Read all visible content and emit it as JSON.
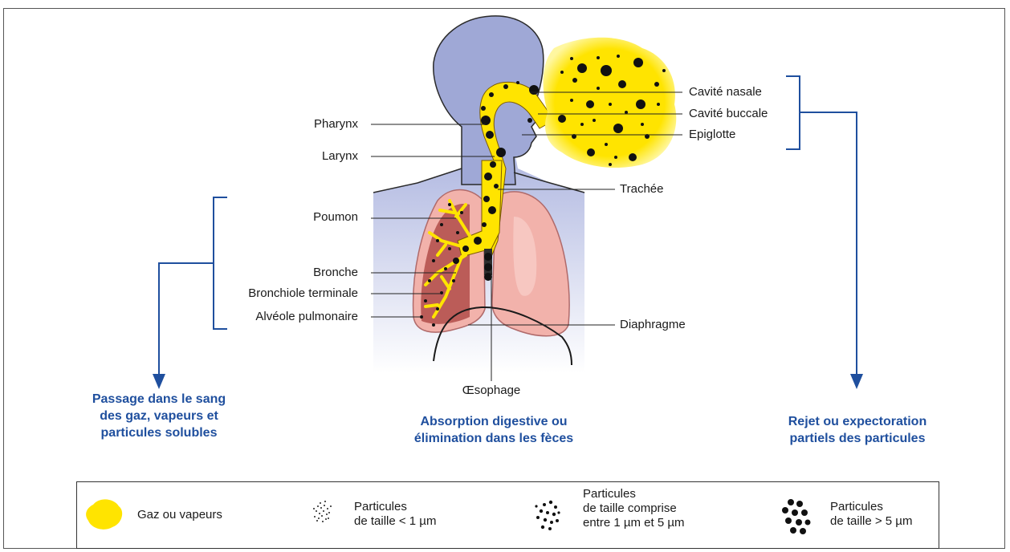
{
  "colors": {
    "accent": "#1f4f9e",
    "gas": "#ffe400",
    "particle": "#111111",
    "lung": "#f2b2ab",
    "head": "#9fa8d6"
  },
  "labels": {
    "left": [
      "Pharynx",
      "Larynx",
      "Poumon",
      "Bronche",
      "Bronchiole terminale",
      "Alvéole pulmonaire"
    ],
    "right": [
      "Cavité nasale",
      "Cavité buccale",
      "Epiglotte",
      "Trachée",
      "Diaphragme"
    ],
    "bottom": "Œsophage"
  },
  "outcomes": {
    "left": "Passage dans le sang\ndes gaz, vapeurs et\nparticules solubles",
    "center": "Absorption digestive ou\nélimination dans les fèces",
    "right": "Rejet ou expectoration\npartiels des particules"
  },
  "legend": [
    {
      "icon": "gas-blob-icon",
      "text": "Gaz ou vapeurs"
    },
    {
      "icon": "fine-particles-icon",
      "text": "Particules\nde taille < 1 µm"
    },
    {
      "icon": "medium-particles-icon",
      "text": "Particules\nde taille comprise\nentre  1 µm et 5 µm"
    },
    {
      "icon": "large-particles-icon",
      "text": "Particules\nde taille > 5 µm"
    }
  ]
}
